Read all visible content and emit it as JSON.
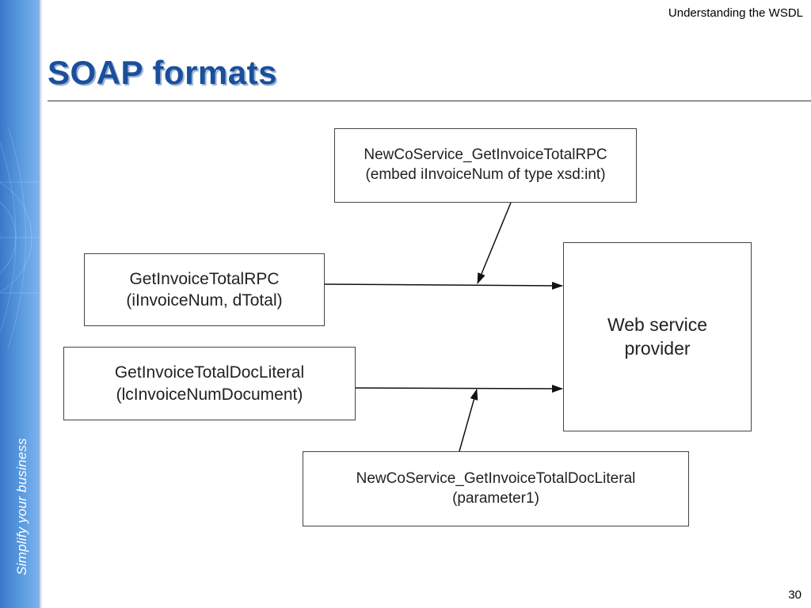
{
  "header": {
    "section_label": "Understanding the WSDL"
  },
  "slide": {
    "title": "SOAP formats",
    "page_number": "30"
  },
  "sidebar": {
    "tagline": "Simplify your business",
    "accent_color": "#4a8ad8"
  },
  "diagram": {
    "rpc_service_box": {
      "line1": "NewCoService_GetInvoiceTotalRPC",
      "line2": "(embed iInvoiceNum of type xsd:int)"
    },
    "rpc_call_box": {
      "line1": "GetInvoiceTotalRPC",
      "line2": "(iInvoiceNum, dTotal)"
    },
    "doc_call_box": {
      "line1": "GetInvoiceTotalDocLiteral",
      "line2": "(lcInvoiceNumDocument)"
    },
    "provider_box": {
      "line1": "Web service",
      "line2": "provider"
    },
    "doc_service_box": {
      "line1": "NewCoService_GetInvoiceTotalDocLiteral",
      "line2": "(parameter1)"
    }
  }
}
